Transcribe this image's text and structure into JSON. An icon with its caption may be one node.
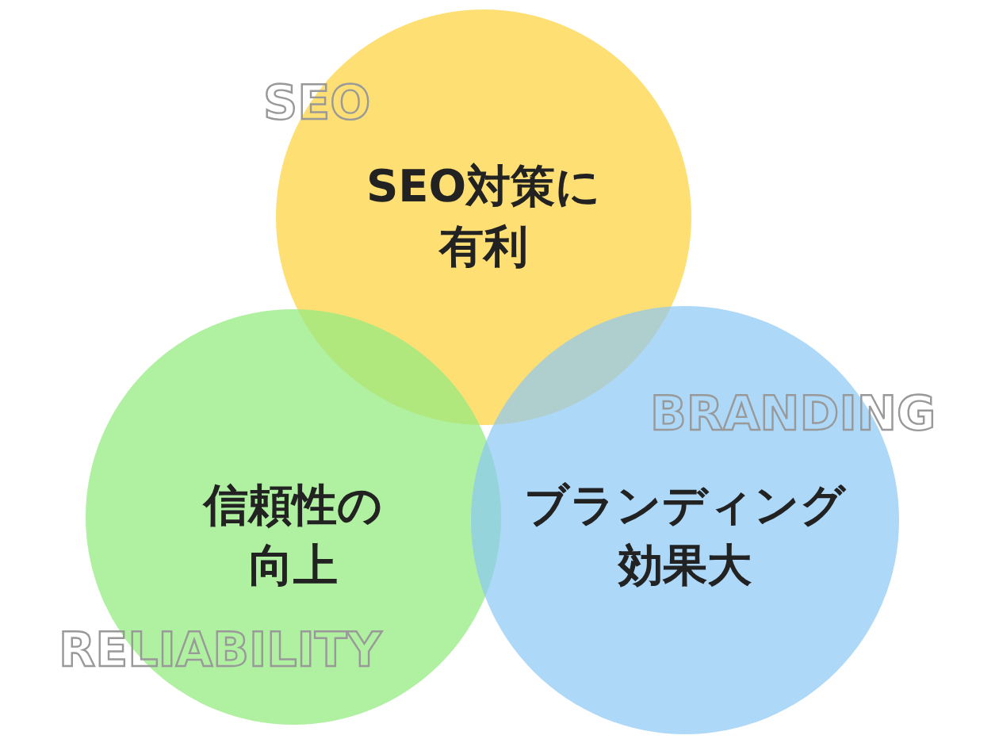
{
  "diagram": {
    "nodes": [
      {
        "text": [
          "SEO",
          "SEO対策に有利"
        ]
      },
      {
        "text": [
          "信頼性の向上",
          "RELIABILITY"
        ]
      },
      {
        "text": [
          "BRANDING",
          "ブランディング効果大"
        ]
      }
    ]
  }
}
